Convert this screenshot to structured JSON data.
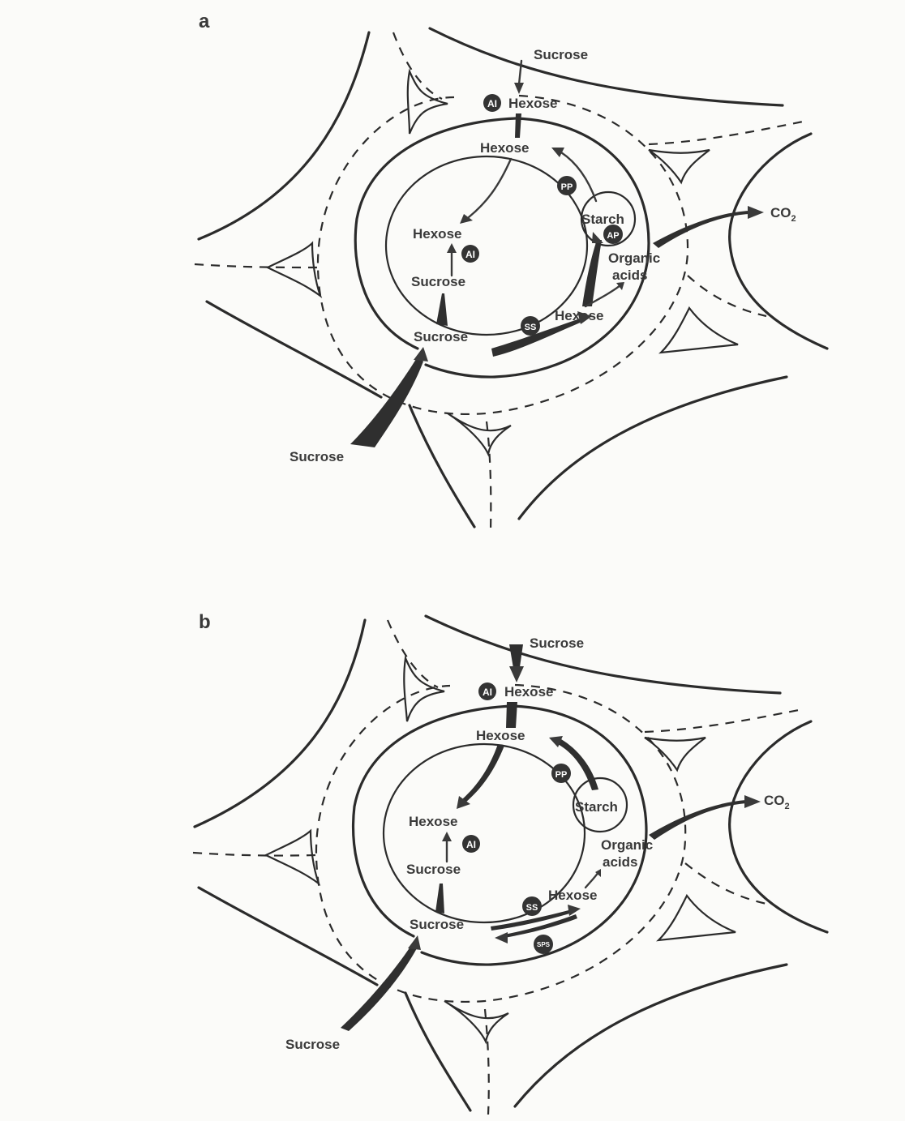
{
  "panels": [
    {
      "letter": "a",
      "labels": {
        "sucrose_top": "Sucrose",
        "hexose_wall": "Hexose",
        "hexose_cyto": "Hexose",
        "hexose_vac": "Hexose",
        "sucrose_vac": "Sucrose",
        "sucrose_cyto": "Sucrose",
        "hexose_lower": "Hexose",
        "starch": "Starch",
        "organic_acids_1": "Organic",
        "organic_acids_2": "acids",
        "co2": "CO",
        "co2_sub": "2",
        "sucrose_bottom": "Sucrose"
      },
      "badges": {
        "ai_wall": "AI",
        "ai_vac": "AI",
        "pp": "PP",
        "ap": "AP",
        "ss": "SS"
      }
    },
    {
      "letter": "b",
      "labels": {
        "sucrose_top": "Sucrose",
        "hexose_wall": "Hexose",
        "hexose_cyto": "Hexose",
        "hexose_vac": "Hexose",
        "sucrose_vac": "Sucrose",
        "sucrose_cyto": "Sucrose",
        "hexose_lower": "Hexose",
        "starch": "Starch",
        "organic_acids_1": "Organic",
        "organic_acids_2": "acids",
        "co2": "CO",
        "co2_sub": "2",
        "sucrose_bottom": "Sucrose"
      },
      "badges": {
        "ai_wall": "AI",
        "ai_vac": "AI",
        "pp": "PP",
        "ss": "SS",
        "sps": "SPS"
      }
    }
  ]
}
